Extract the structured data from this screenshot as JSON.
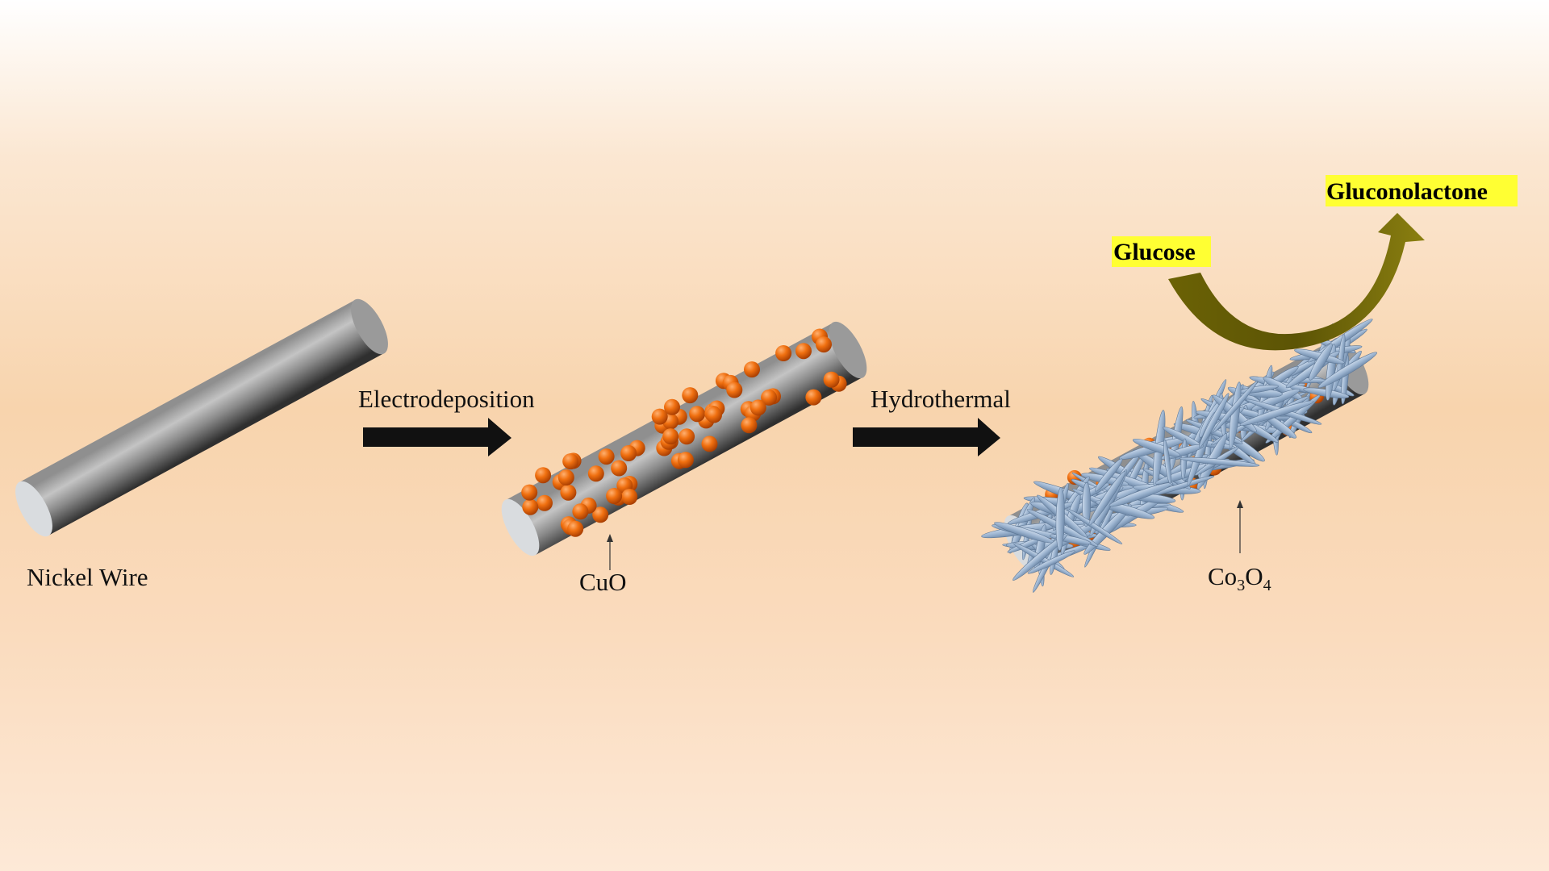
{
  "labels": {
    "nickel_wire": "Nickel Wire",
    "electrodeposition": "Electrodeposition",
    "hydrothermal": "Hydrothermal",
    "cuo": "CuO",
    "co3o4": {
      "base1": "Co",
      "sub1": "3",
      "base2": "O",
      "sub2": "4"
    },
    "glucose": "Glucose",
    "gluconolactone": "Gluconolactone"
  },
  "colors": {
    "wire_dark": "#3a3a3a",
    "wire_light": "#bdbdbd",
    "wire_end": "#d9dcdf",
    "cuo_particle": "#f07010",
    "co3o4_needle": "#9cb4d0",
    "reaction_arrow": "#6b6205",
    "label_highlight": "#ffff33",
    "process_arrow": "#111111"
  }
}
